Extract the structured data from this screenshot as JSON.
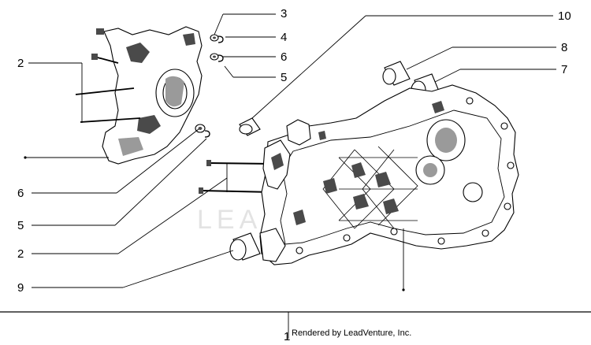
{
  "callouts": {
    "c3": "3",
    "c4": "4",
    "c6_top": "6",
    "c5_top": "5",
    "c10": "10",
    "c8": "8",
    "c7": "7",
    "c2_top": "2",
    "c6_left": "6",
    "c5_left": "5",
    "c2_left": "2",
    "c9": "9",
    "c1": "1"
  },
  "credit": "Rendered by LeadVenture, Inc.",
  "watermark": "LEADVENTURE"
}
